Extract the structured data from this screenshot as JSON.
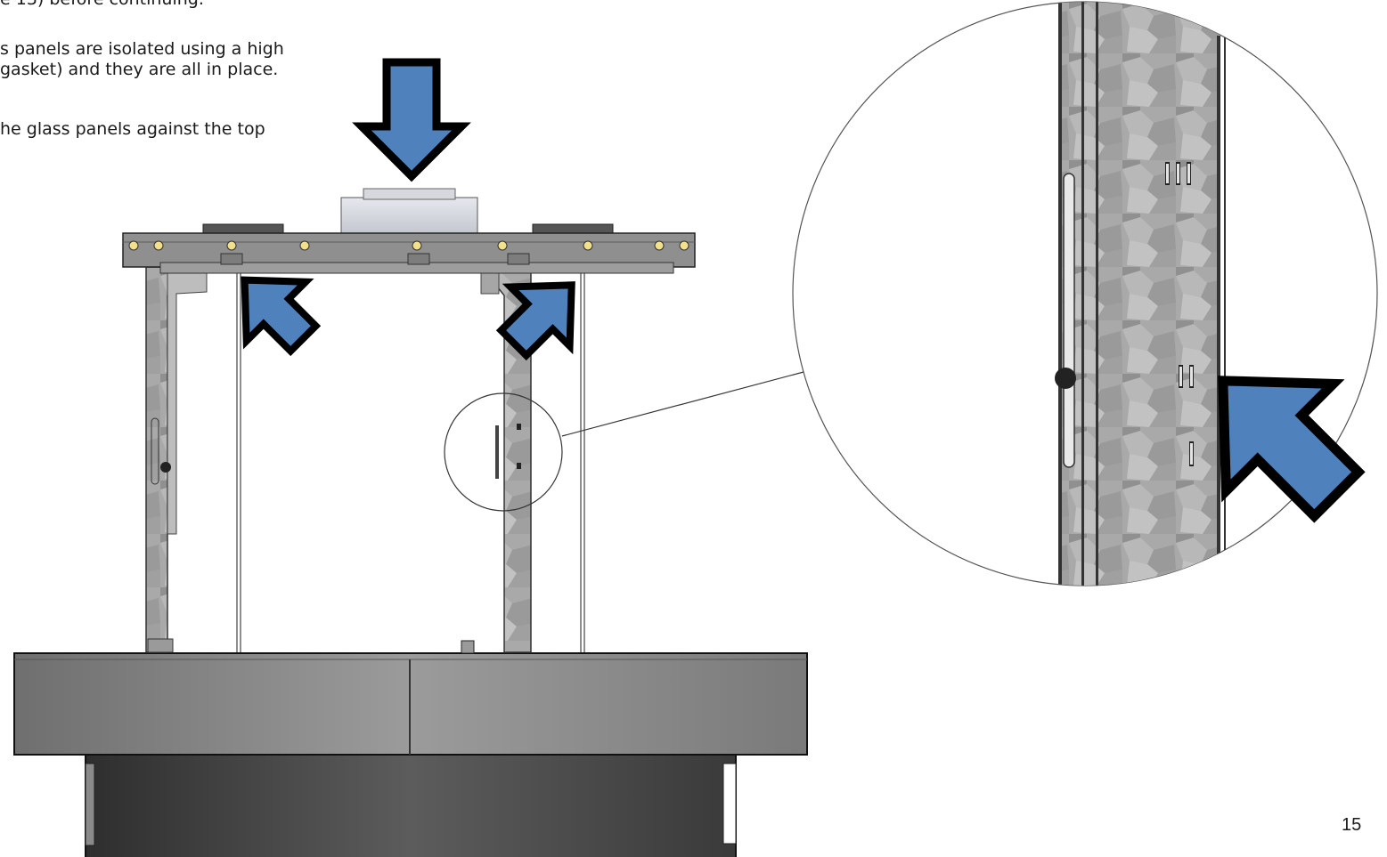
{
  "text": {
    "line1": "e 13) before continuing.",
    "line2": "s panels are isolated using a high",
    "line3": "gasket) and they are all in place.",
    "line4": "he glass panels against the top"
  },
  "page_number": "15",
  "colors": {
    "arrow_fill": "#4f81bd",
    "arrow_outline": "#000000",
    "galvanized": "#a8a8a8",
    "base_gray": "#8a8a8a",
    "dark_body": "#3c3c3c"
  }
}
